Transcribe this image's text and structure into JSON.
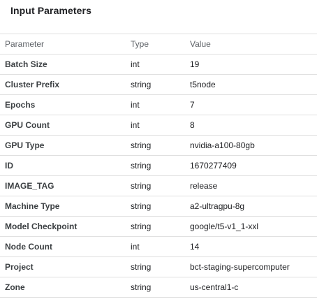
{
  "section": {
    "title": "Input Parameters"
  },
  "table": {
    "columns": {
      "parameter": "Parameter",
      "type": "Type",
      "value": "Value"
    },
    "rows": [
      {
        "parameter": "Batch Size",
        "type": "int",
        "value": "19"
      },
      {
        "parameter": "Cluster Prefix",
        "type": "string",
        "value": "t5node"
      },
      {
        "parameter": "Epochs",
        "type": "int",
        "value": "7"
      },
      {
        "parameter": "GPU Count",
        "type": "int",
        "value": "8"
      },
      {
        "parameter": "GPU Type",
        "type": "string",
        "value": "nvidia-a100-80gb"
      },
      {
        "parameter": "ID",
        "type": "string",
        "value": "1670277409"
      },
      {
        "parameter": "IMAGE_TAG",
        "type": "string",
        "value": "release"
      },
      {
        "parameter": "Machine Type",
        "type": "string",
        "value": "a2-ultragpu-8g"
      },
      {
        "parameter": "Model Checkpoint",
        "type": "string",
        "value": "google/t5-v1_1-xxl"
      },
      {
        "parameter": "Node Count",
        "type": "int",
        "value": "14"
      },
      {
        "parameter": "Project",
        "type": "string",
        "value": "bct-staging-supercomputer"
      },
      {
        "parameter": "Zone",
        "type": "string",
        "value": "us-central1-c"
      }
    ]
  }
}
